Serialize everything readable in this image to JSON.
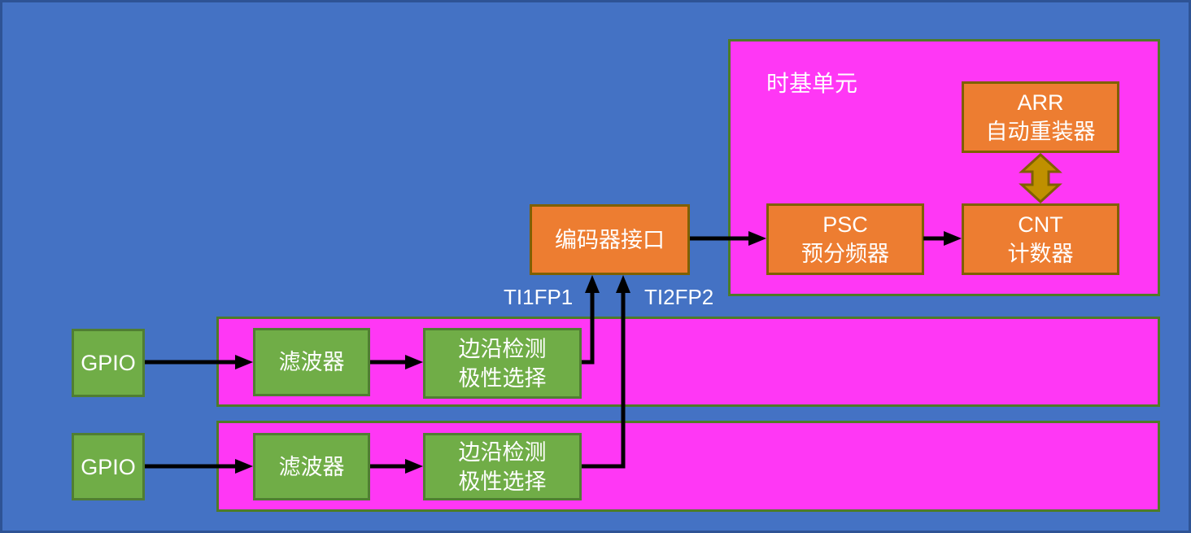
{
  "diagram_type": "timer-encoder-interface-block-diagram",
  "colors": {
    "background": "#4472C4",
    "outer_border": "#2E5395",
    "region_fill_magenta": "#FF37F5",
    "region_border_green": "#4F7A28",
    "block_orange_fill": "#ED7D31",
    "block_orange_border": "#7F6000",
    "block_green_fill": "#70AD47",
    "block_green_border": "#507E32",
    "gold_arrow_fill": "#BF9000",
    "gold_arrow_border": "#7F6000",
    "black_arrow": "#000000",
    "text": "#FFFFFF"
  },
  "timebase": {
    "label": "时基单元"
  },
  "boxes": {
    "arr": {
      "line1": "ARR",
      "line2": "自动重装器"
    },
    "psc": {
      "line1": "PSC",
      "line2": "预分频器"
    },
    "cnt": {
      "line1": "CNT",
      "line2": "计数器"
    },
    "encoder": {
      "label": "编码器接口"
    },
    "gpio1": {
      "label": "GPIO"
    },
    "gpio2": {
      "label": "GPIO"
    },
    "filter1": {
      "label": "滤波器"
    },
    "filter2": {
      "label": "滤波器"
    },
    "edge1": {
      "line1": "边沿检测",
      "line2": "极性选择"
    },
    "edge2": {
      "line1": "边沿检测",
      "line2": "极性选择"
    }
  },
  "signal_labels": {
    "ti1fp1": "TI1FP1",
    "ti2fp2": "TI2FP2"
  },
  "icons": {
    "arr_cnt_link": "vertical-double-arrow-icon"
  }
}
